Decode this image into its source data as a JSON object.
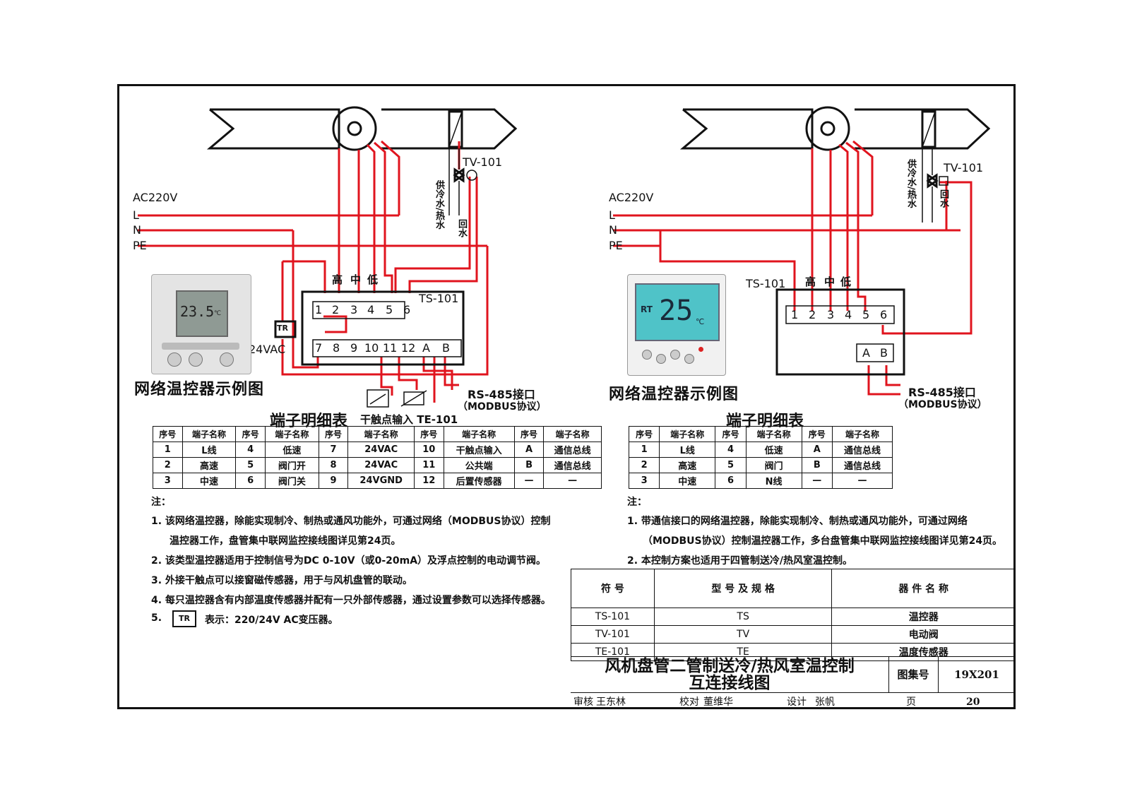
{
  "left": {
    "valve_label": "TV-101",
    "supply_label": "供冷水/热水",
    "return_label": "回水",
    "power_title": "AC220V",
    "power_lines": [
      "L",
      "N",
      "PE"
    ],
    "speed_labels": [
      "高",
      "中",
      "低"
    ],
    "device_label": "TS-101",
    "top_terminals": [
      "1",
      "2",
      "3",
      "4",
      "5",
      "6"
    ],
    "bottom_terminals": [
      "7",
      "8",
      "9",
      "10",
      "11",
      "12",
      "A",
      "B"
    ],
    "transformer": "TR",
    "transformer_voltage": "24VAC",
    "display_temp": "23.5",
    "display_unit": "℃",
    "caption": "网络温控器示例图",
    "rs485": "RS-485接口",
    "modbus": "（MODBUS协议）",
    "dry_contact": "干触点输入 TE-101",
    "table_title": "端子明细表",
    "table_headers": [
      "序号",
      "端子名称",
      "序号",
      "端子名称",
      "序号",
      "端子名称",
      "序号",
      "端子名称",
      "序号",
      "端子名称"
    ],
    "table_rows": [
      [
        "1",
        "L线",
        "4",
        "低速",
        "7",
        "24VAC",
        "10",
        "干触点输入",
        "A",
        "通信总线"
      ],
      [
        "2",
        "高速",
        "5",
        "阀门开",
        "8",
        "24VAC",
        "11",
        "公共端",
        "B",
        "通信总线"
      ],
      [
        "3",
        "中速",
        "6",
        "阀门关",
        "9",
        "24VGND",
        "12",
        "后置传感器",
        "—",
        "—"
      ]
    ],
    "notes_title": "注：",
    "notes": [
      "1. 该网络温控器，除能实现制冷、制热或通风功能外，可通过网络（MODBUS协议）控制",
      "温控器工作，盘管集中联网监控接线图详见第24页。",
      "2. 该类型温控器适用于控制信号为DC 0-10V（或0-20mA）及浮点控制的电动调节阀。",
      "3. 外接干触点可以接窗磁传感器，用于与风机盘管的联动。",
      "4. 每只温控器含有内部温度传感器并配有一只外部传感器，通过设置参数可以选择传感器。",
      "5.",
      "表示：220/24V AC变压器。"
    ]
  },
  "right": {
    "valve_label": "TV-101",
    "supply_label": "供冷水/热水",
    "return_label": "回水",
    "power_title": "AC220V",
    "power_lines": [
      "L",
      "N",
      "PE"
    ],
    "speed_labels": [
      "高",
      "中",
      "低"
    ],
    "device_label": "TS-101",
    "top_terminals": [
      "1",
      "2",
      "3",
      "4",
      "5",
      "6"
    ],
    "bus_terminals": [
      "A",
      "B"
    ],
    "display_prefix": "RT",
    "display_temp": "25",
    "display_unit": "℃",
    "caption": "网络温控器示例图",
    "rs485": "RS-485接口",
    "modbus": "（MODBUS协议）",
    "table_title": "端子明细表",
    "table_headers": [
      "序号",
      "端子名称",
      "序号",
      "端子名称",
      "序号",
      "端子名称"
    ],
    "table_rows": [
      [
        "1",
        "L线",
        "4",
        "低速",
        "A",
        "通信总线"
      ],
      [
        "2",
        "高速",
        "5",
        "阀门",
        "B",
        "通信总线"
      ],
      [
        "3",
        "中速",
        "6",
        "N线",
        "—",
        "—"
      ]
    ],
    "notes_title": "注：",
    "notes": [
      "1. 带通信接口的网络温控器，除能实现制冷、制热或通风功能外，可通过网络",
      "（MODBUS协议）控制温控器工作，多台盘管集中联网监控接线图详见第24页。",
      "2. 本控制方案也适用于四管制送冷/热风室温控制。"
    ]
  },
  "legend_table": {
    "headers": [
      "符 号",
      "型 号 及 规 格",
      "器 件 名 称"
    ],
    "rows": [
      [
        "TS-101",
        "TS",
        "温控器"
      ],
      [
        "TV-101",
        "TV",
        "电动阀"
      ],
      [
        "TE-101",
        "TE",
        "温度传感器"
      ]
    ]
  },
  "title_block": {
    "title_line1": "风机盘管二管制送冷/热风室温控制",
    "title_line2": "互连接线图",
    "atlas_label": "图集号",
    "atlas_no": "19X201",
    "review_label": "审核",
    "reviewer": "王东林",
    "check_label": "校对",
    "checker": "董维华",
    "design_label": "设计",
    "designer": "张帆",
    "page_label": "页",
    "page_no": "20"
  },
  "colors": {
    "wire": "#e0141e",
    "ink": "#111111"
  }
}
